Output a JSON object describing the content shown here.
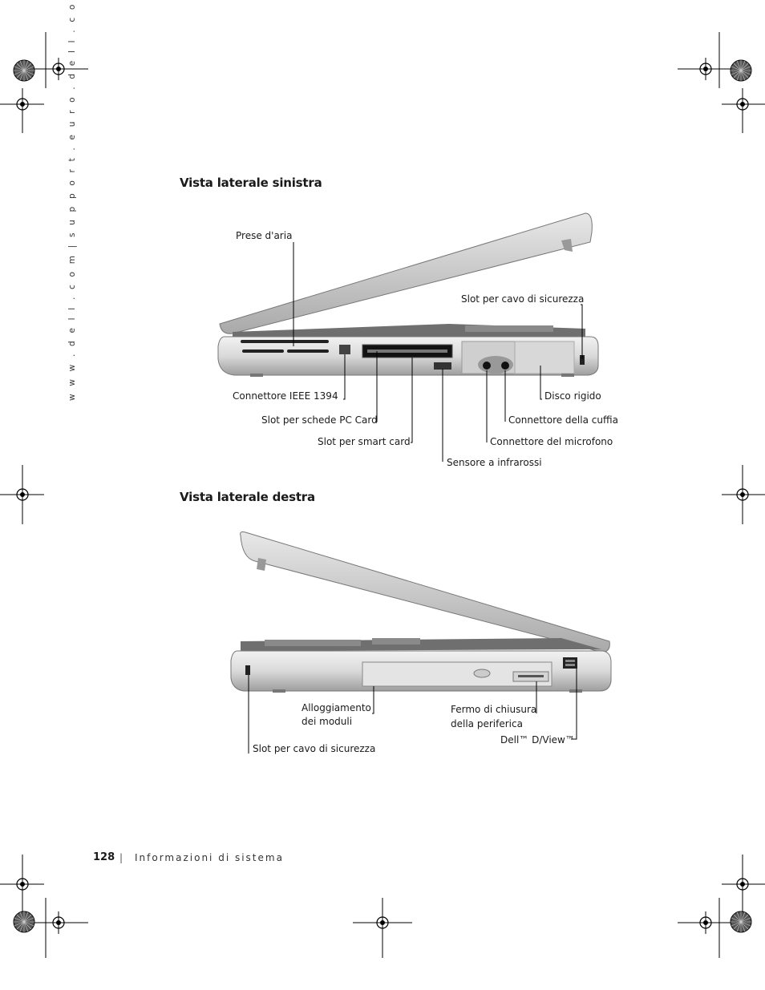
{
  "side_url": "w w w . d e l l . c o m   |   s u p p o r t . e u r o . d e l l . c o m",
  "sections": {
    "left": {
      "title": "Vista laterale sinistra",
      "labels": {
        "air_vents": "Prese d'aria",
        "security_slot": "Slot per cavo di sicurezza",
        "ieee1394": "Connettore IEEE 1394",
        "hard_drive": "Disco rigido",
        "pc_card": "Slot per schede PC Card",
        "headphone": "Connettore della cuffia",
        "smart_card": "Slot per smart card",
        "microphone": "Connettore del microfono",
        "infrared": "Sensore a infrarossi"
      }
    },
    "right": {
      "title": "Vista laterale destra",
      "labels": {
        "module_bay_1": "Alloggiamento",
        "module_bay_2": "dei moduli",
        "latch_1": "Fermo di chiusura",
        "latch_2": "della periferica",
        "dview": "Dell™ D/View™",
        "security_slot": "Slot per cavo di sicurezza"
      }
    }
  },
  "footer": {
    "page_number": "128",
    "separator": "|",
    "title": "Informazioni di sistema"
  }
}
